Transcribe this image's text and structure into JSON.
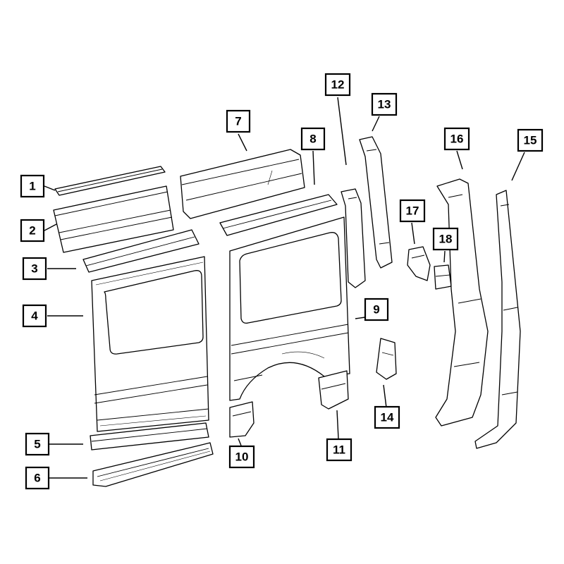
{
  "diagram": {
    "callouts": [
      {
        "label": "1"
      },
      {
        "label": "2"
      },
      {
        "label": "3"
      },
      {
        "label": "4"
      },
      {
        "label": "5"
      },
      {
        "label": "6"
      },
      {
        "label": "7"
      },
      {
        "label": "8"
      },
      {
        "label": "9"
      },
      {
        "label": "10"
      },
      {
        "label": "11"
      },
      {
        "label": "12"
      },
      {
        "label": "13"
      },
      {
        "label": "14"
      },
      {
        "label": "15"
      },
      {
        "label": "16"
      },
      {
        "label": "17"
      },
      {
        "label": "18"
      }
    ]
  }
}
